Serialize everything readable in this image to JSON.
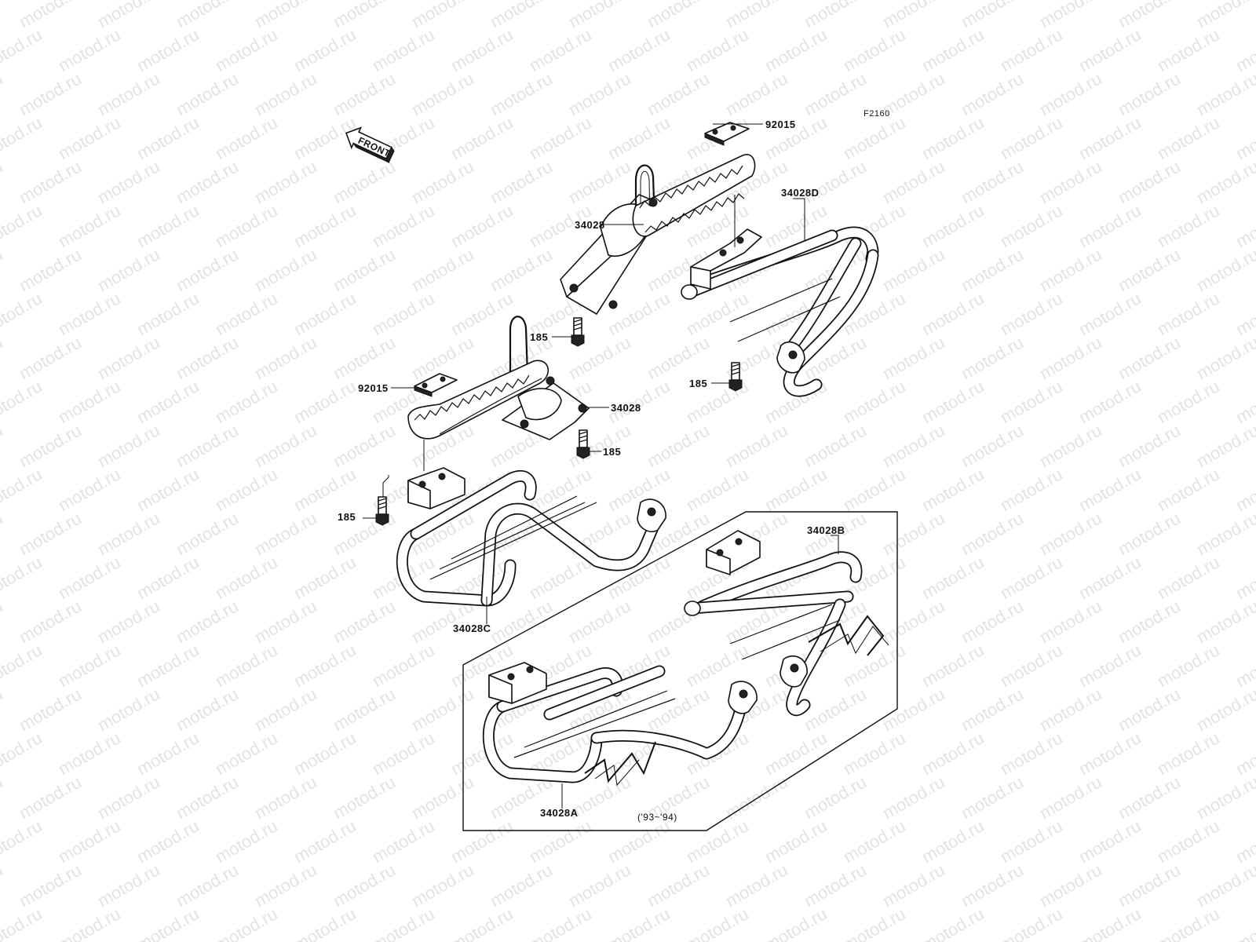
{
  "watermark": "motod.ru",
  "figure_code": "F2160",
  "front_marker": "FRONT",
  "date_note": "('93~'94)",
  "labels": {
    "nut_top": "92015",
    "step_upper": "34028",
    "step_lower": "34028",
    "guard_d": "34028D",
    "bolt_a": "185",
    "bolt_b": "185",
    "bolt_c": "185",
    "bolt_d": "185",
    "nut_left": "92015",
    "guard_c": "34028C",
    "guard_b": "34028B",
    "guard_a": "34028A"
  },
  "colors": {
    "line": "#111111",
    "watermark": "#e3e3e3",
    "background": "#ffffff"
  }
}
